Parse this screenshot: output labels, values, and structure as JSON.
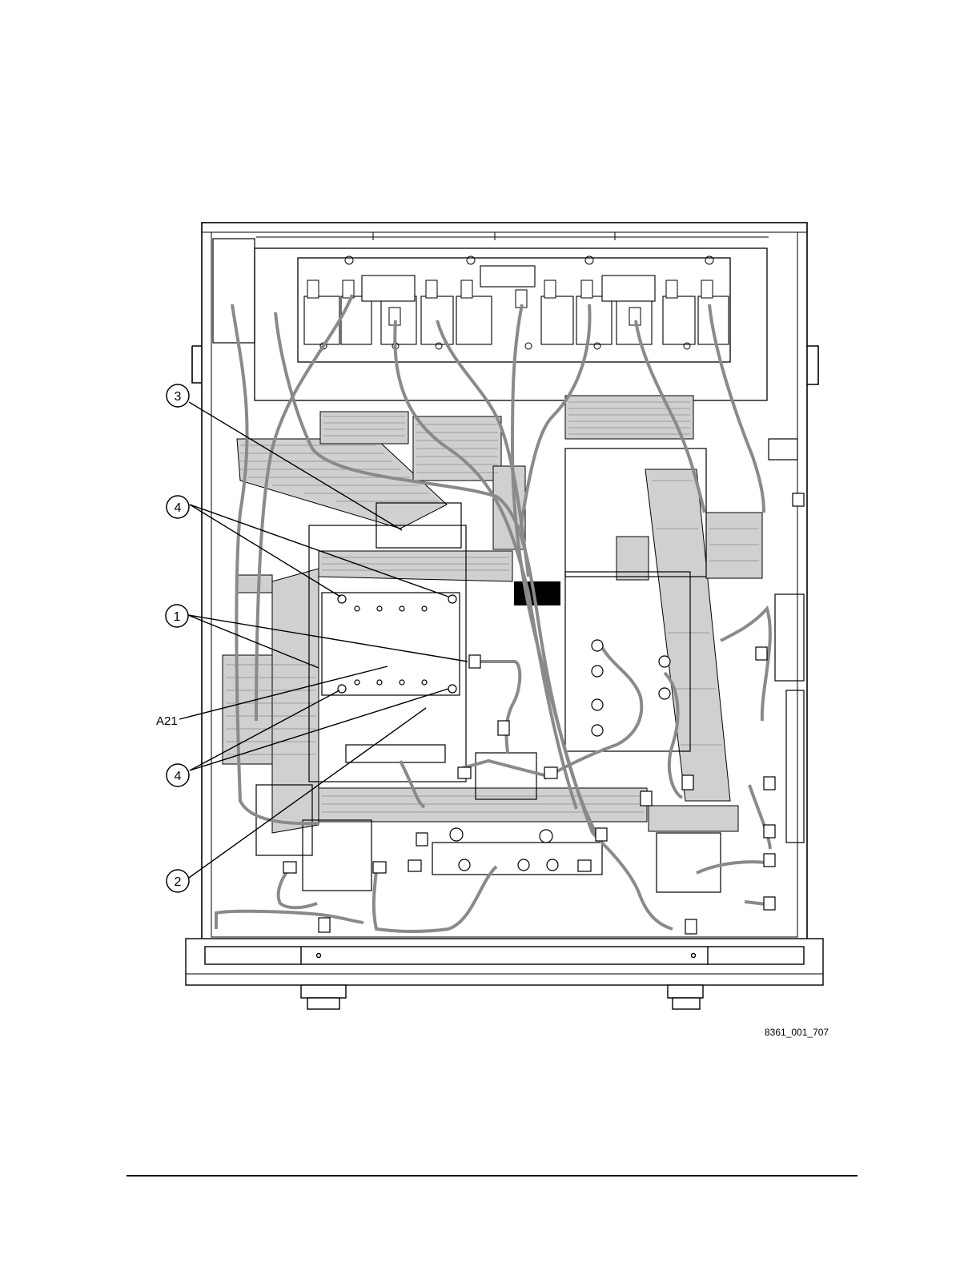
{
  "figure": {
    "callouts": [
      {
        "id": "callout-3",
        "label": "3"
      },
      {
        "id": "callout-4-top",
        "label": "4"
      },
      {
        "id": "callout-1",
        "label": "1"
      },
      {
        "id": "callout-4-bottom",
        "label": "4"
      },
      {
        "id": "callout-2",
        "label": "2"
      }
    ],
    "a21_label": "A21",
    "figure_id": "8361_001_707"
  },
  "colors": {
    "ink": "#000000",
    "cable_gray": "#999999",
    "ribbon_gray": "#b5b5b5",
    "label_box": "#000000"
  }
}
